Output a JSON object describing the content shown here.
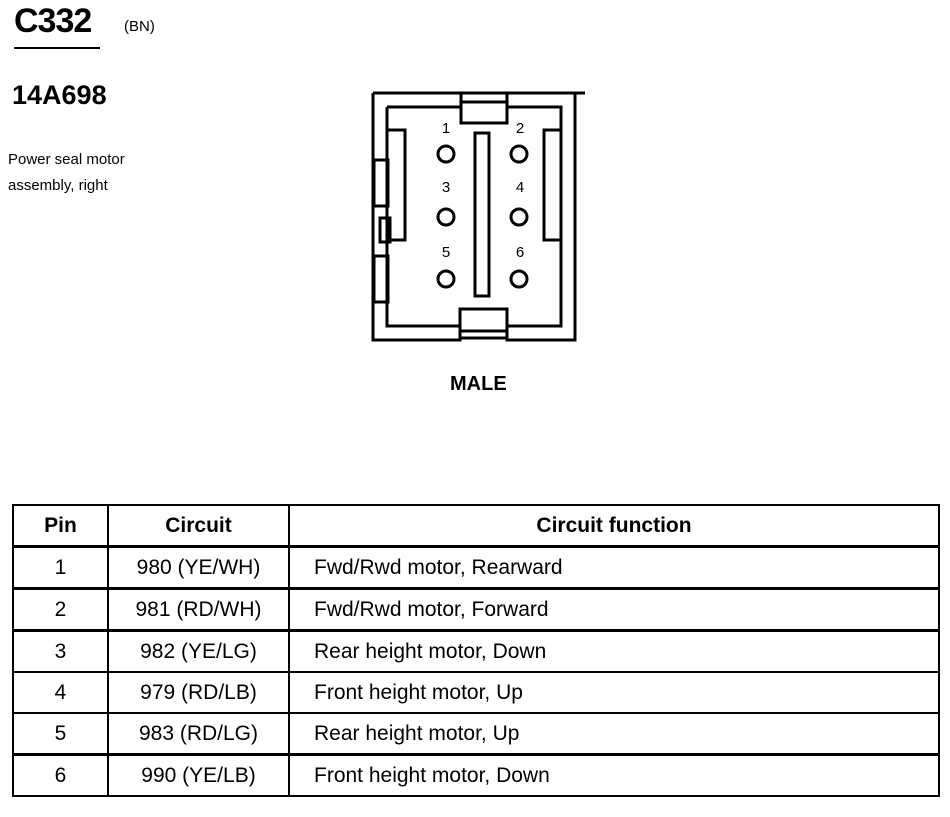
{
  "header": {
    "connector_id": "C332",
    "connector_color": "(BN)",
    "part_number": "14A698",
    "description_lines": [
      "Power seal motor",
      "assembly, right"
    ]
  },
  "connector": {
    "gender": "MALE",
    "pin_labels": [
      "1",
      "2",
      "3",
      "4",
      "5",
      "6"
    ]
  },
  "table": {
    "headers": {
      "pin": "Pin",
      "circuit": "Circuit",
      "function": "Circuit function"
    },
    "rows": [
      {
        "pin": "1",
        "circuit": "980 (YE/WH)",
        "function": "Fwd/Rwd motor, Rearward"
      },
      {
        "pin": "2",
        "circuit": "981 (RD/WH)",
        "function": "Fwd/Rwd motor, Forward"
      },
      {
        "pin": "3",
        "circuit": "982 (YE/LG)",
        "function": "Rear height motor, Down"
      },
      {
        "pin": "4",
        "circuit": "979 (RD/LB)",
        "function": "Front height motor, Up"
      },
      {
        "pin": "5",
        "circuit": "983 (RD/LG)",
        "function": "Rear height motor, Up"
      },
      {
        "pin": "6",
        "circuit": "990 (YE/LB)",
        "function": "Front height motor, Down"
      }
    ]
  }
}
